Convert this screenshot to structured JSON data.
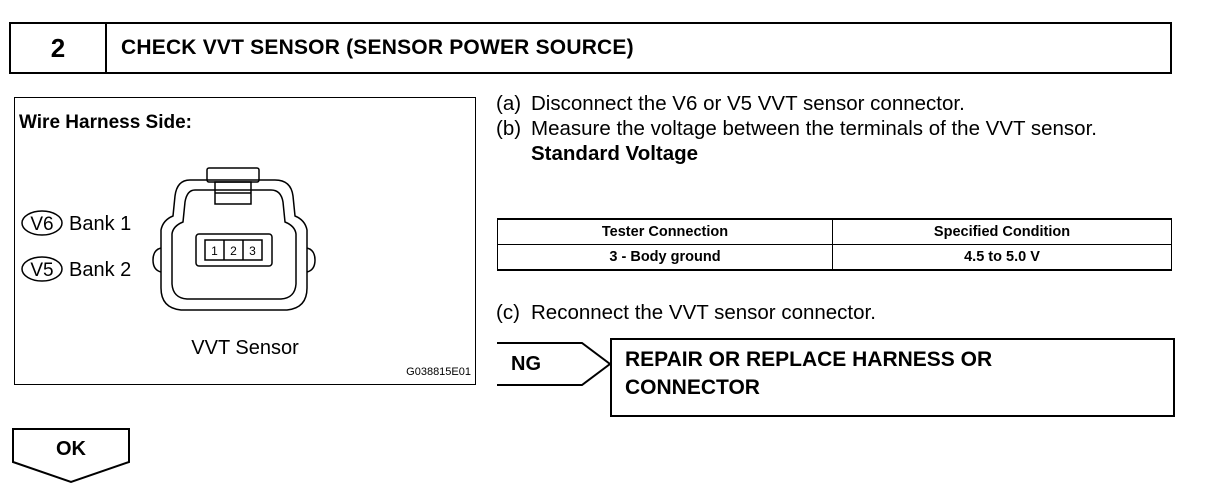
{
  "step": {
    "number": "2",
    "title": "CHECK VVT SENSOR (SENSOR POWER SOURCE)"
  },
  "figure": {
    "heading": "Wire Harness Side:",
    "labels": [
      {
        "code": "V6",
        "text": "Bank 1"
      },
      {
        "code": "V5",
        "text": "Bank 2"
      }
    ],
    "pins": [
      "1",
      "2",
      "3"
    ],
    "caption": "VVT Sensor",
    "figure_code": "G038815E01"
  },
  "instructions": [
    {
      "letter": "(a)",
      "text": "Disconnect the V6 or V5 VVT sensor connector."
    },
    {
      "letter": "(b)",
      "text": "Measure the voltage between the terminals of the VVT sensor."
    }
  ],
  "standard_label": "Standard Voltage",
  "table": {
    "headers": [
      "Tester Connection",
      "Specified Condition"
    ],
    "rows": [
      [
        "3 - Body ground",
        "4.5 to 5.0 V"
      ]
    ]
  },
  "instruction_c": {
    "letter": "(c)",
    "text": "Reconnect the VVT sensor connector."
  },
  "result_ng": {
    "label": "NG",
    "action_line1": "REPAIR OR REPLACE HARNESS OR",
    "action_line2": "CONNECTOR"
  },
  "result_ok": {
    "label": "OK"
  }
}
